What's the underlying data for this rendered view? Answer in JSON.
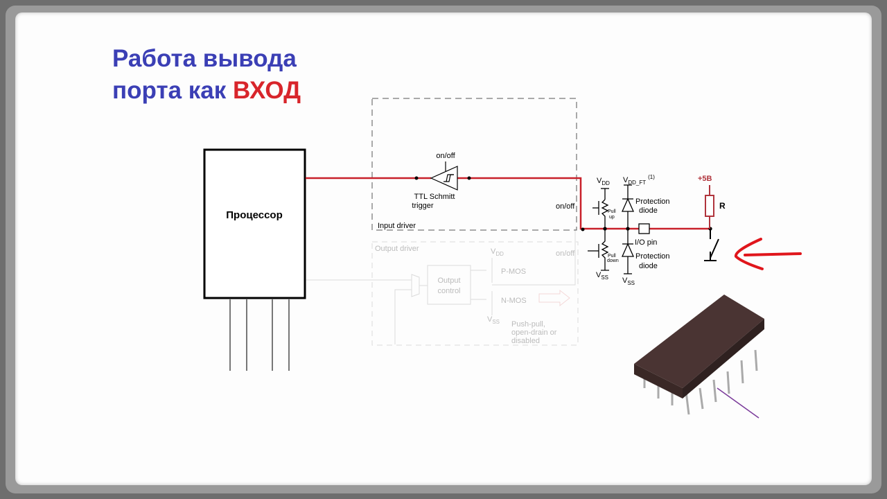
{
  "title": {
    "line1": "Работа вывода",
    "line2_prefix": "порта как ",
    "line2_highlight": "ВХОД"
  },
  "processor": {
    "label": "Процессор"
  },
  "input_driver": {
    "label": "Input driver",
    "schmitt_line1": "TTL Schmitt",
    "schmitt_line2": "trigger",
    "onoff_top": "on/off",
    "onoff_right": "on/off"
  },
  "output_driver": {
    "label": "Output driver",
    "vdd": "V",
    "vdd_sub": "DD",
    "pmos": "P-MOS",
    "nmos": "N-MOS",
    "control_line1": "Output",
    "control_line2": "control",
    "vss": "V",
    "vss_sub": "SS",
    "onoff": "on/off",
    "mode_line1": "Push-pull,",
    "mode_line2": "open-drain or",
    "mode_line3": "disabled"
  },
  "pin_circuit": {
    "vdd": "V",
    "vdd_sub": "DD",
    "vdd_ft": "V",
    "vdd_ft_sub": "DD_FT",
    "vdd_ft_note": "(1)",
    "pull_up_1": "Pull",
    "pull_up_2": "up",
    "pull_down_1": "Pull",
    "pull_down_2": "down",
    "protection_top_1": "Protection",
    "protection_top_2": "diode",
    "io_pin": "I/O pin",
    "protection_bot_1": "Protection",
    "protection_bot_2": "diode",
    "vss1": "V",
    "vss1_sub": "SS",
    "vss2": "V",
    "vss2_sub": "SS",
    "supply": "+5В",
    "resistor": "R"
  },
  "colors": {
    "title_blue": "#3b3fb5",
    "accent_red": "#d8252b",
    "wire_red": "#c8202a",
    "resistor_red": "#b0343c"
  }
}
